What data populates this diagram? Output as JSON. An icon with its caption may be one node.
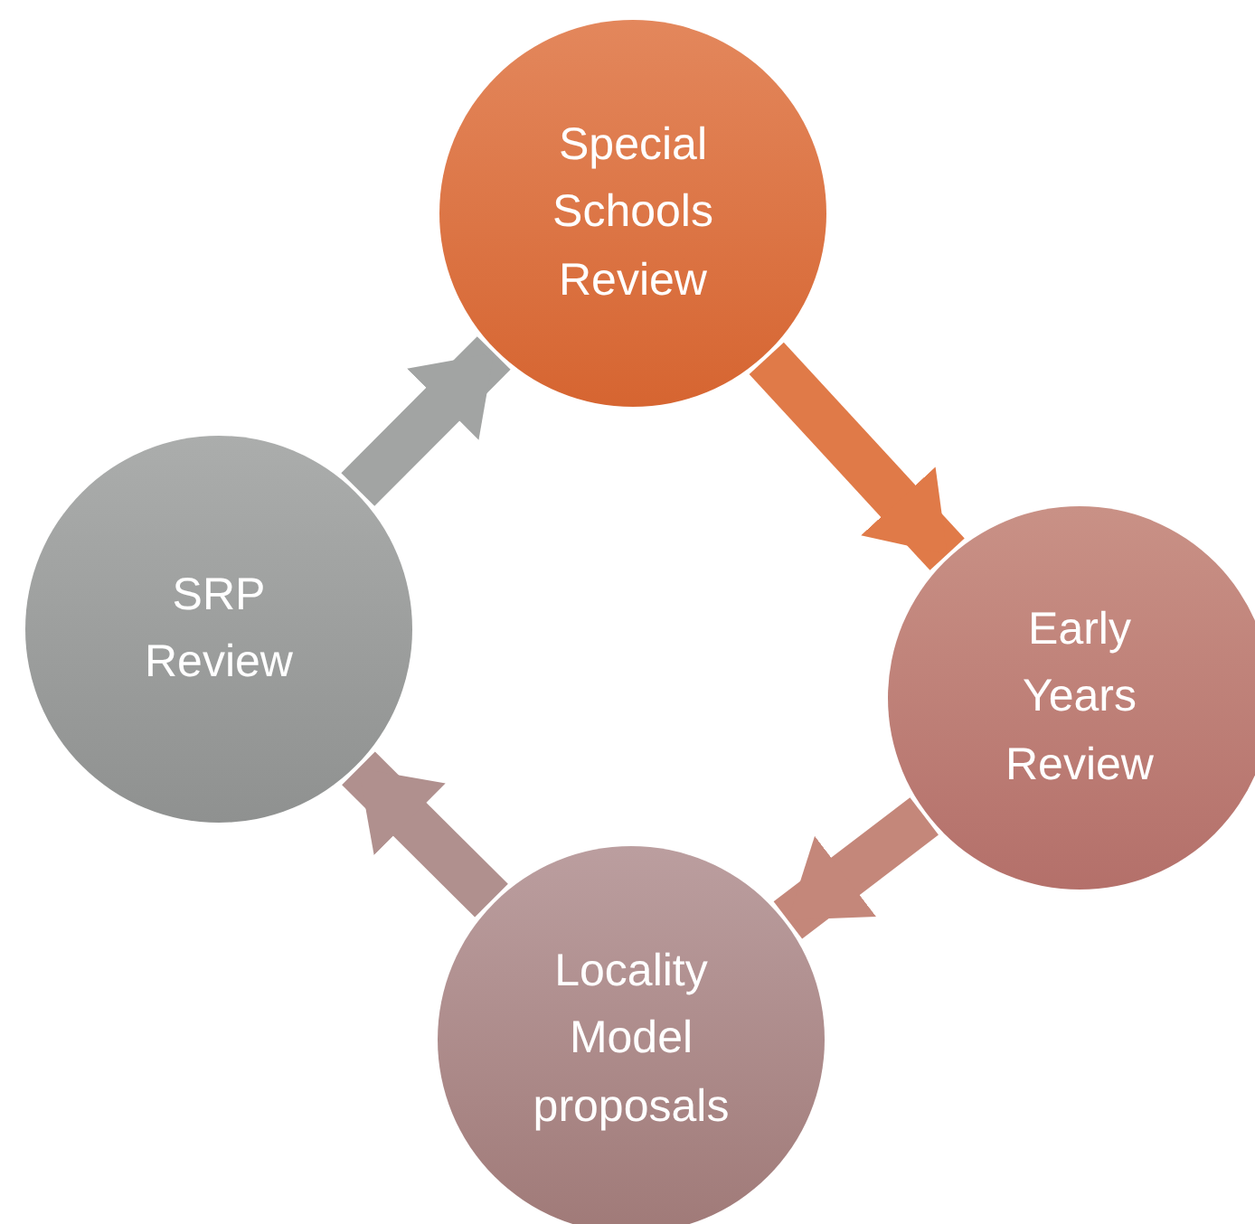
{
  "diagram": {
    "nodes": [
      {
        "text": [
          "Special Schools Review"
        ]
      },
      {
        "text": [
          "Early Years Review"
        ]
      },
      {
        "text": [
          "Locality Model proposals"
        ]
      },
      {
        "text": [
          "SRP Review"
        ]
      }
    ],
    "edges": [
      {
        "from": 0,
        "to": 1,
        "arrow": "to",
        "color": "#e07a48"
      },
      {
        "from": 1,
        "to": 2,
        "arrow": "to",
        "color": "#c4877a"
      },
      {
        "from": 2,
        "to": 3,
        "arrow": "to",
        "color": "#b0908e"
      },
      {
        "from": 3,
        "to": 0,
        "arrow": "to",
        "color": "#a2a4a3"
      }
    ]
  }
}
